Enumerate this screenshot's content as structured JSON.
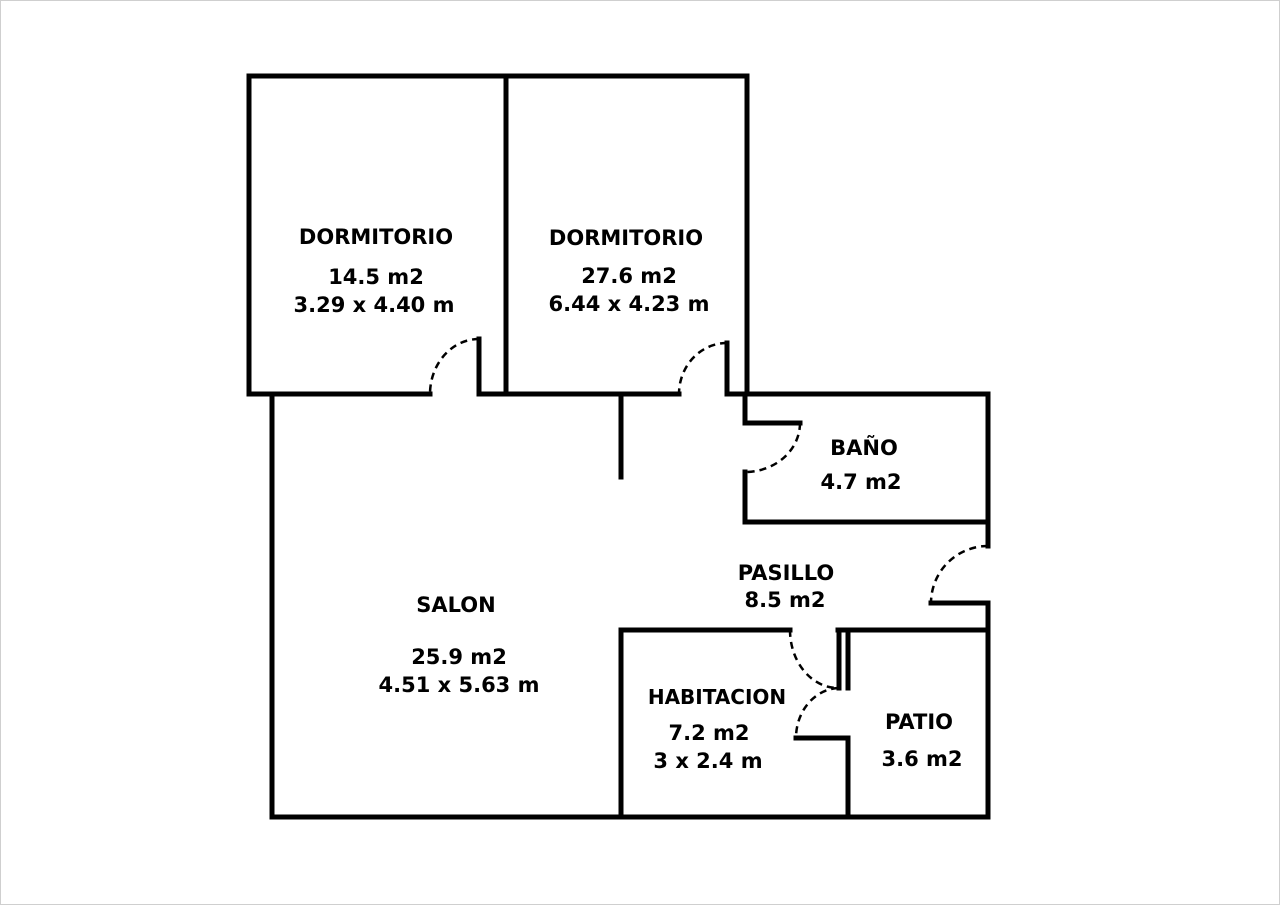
{
  "floorplan": {
    "rooms": [
      {
        "id": "dormitorio-1",
        "name": "DORMITORIO",
        "area": "14.5 m2",
        "dims": "3.29 x 4.40 m"
      },
      {
        "id": "dormitorio-2",
        "name": "DORMITORIO",
        "area": "27.6 m2",
        "dims": "6.44 x 4.23 m"
      },
      {
        "id": "bano",
        "name": "BAÑO",
        "area": "4.7 m2"
      },
      {
        "id": "pasillo",
        "name": "PASILLO",
        "area": "8.5 m2"
      },
      {
        "id": "salon",
        "name": "SALON",
        "area": "25.9 m2",
        "dims": "4.51 x 5.63 m"
      },
      {
        "id": "habitacion",
        "name": "HABITACION",
        "area": "7.2 m2",
        "dims": "3 x 2.4 m"
      },
      {
        "id": "patio",
        "name": "PATIO",
        "area": "3.6 m2"
      }
    ]
  }
}
